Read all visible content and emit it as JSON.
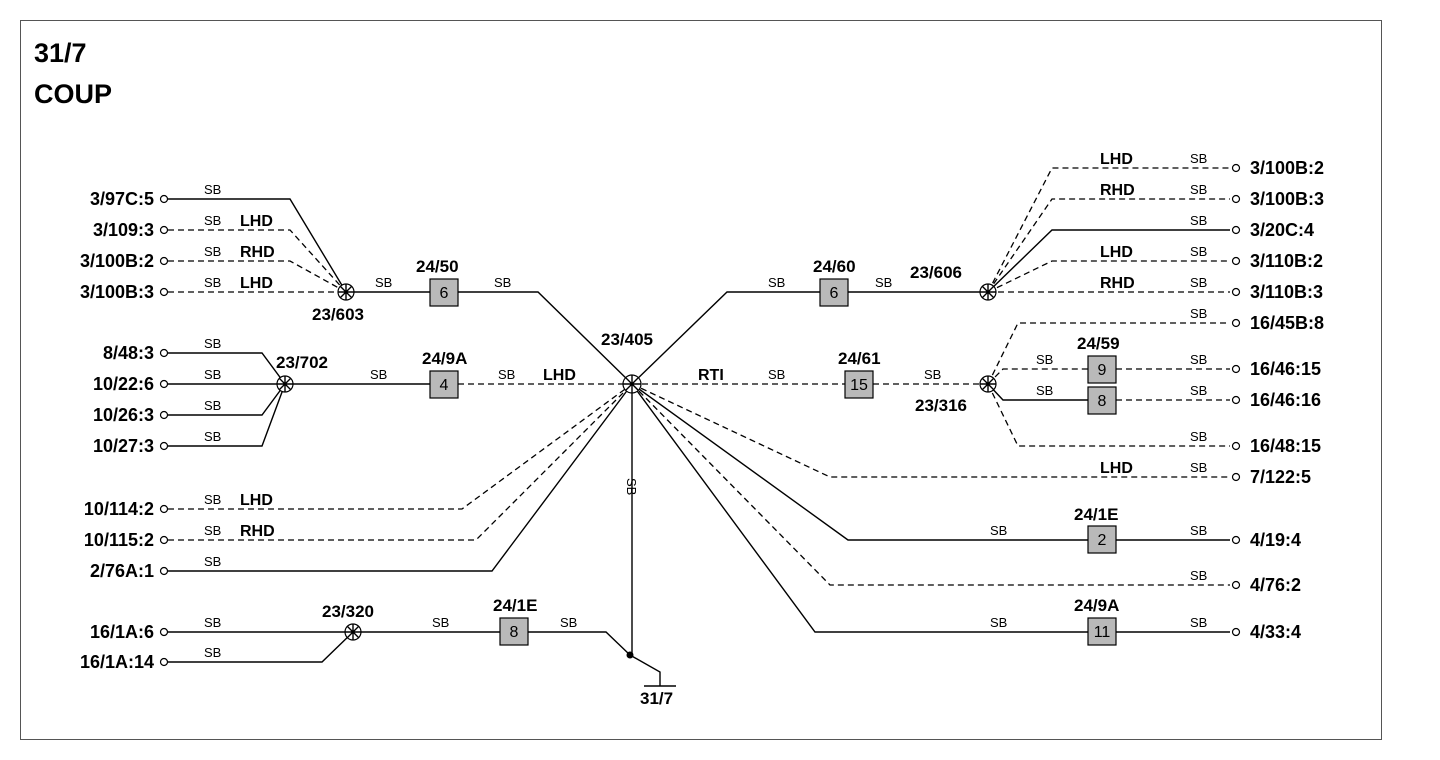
{
  "title": {
    "line1": "31/7",
    "line2": "COUP"
  },
  "ground_label": "31/7",
  "wire_color": "SB",
  "variant_labels": {
    "lhd": "LHD",
    "rhd": "RHD",
    "rti": "RTI"
  },
  "nodes": {
    "n603": "23/603",
    "n702": "23/702",
    "n405": "23/405",
    "n320": "23/320",
    "n606": "23/606",
    "n316": "23/316"
  },
  "connectors": {
    "c2450": "24/50",
    "c249a_a": "24/9A",
    "c2460": "24/60",
    "c2461": "24/61",
    "c2459": "24/59",
    "c241e_a": "24/1E",
    "c241e_b": "24/1E",
    "c249a_b": "24/9A"
  },
  "connector_pins": {
    "p2450": "6",
    "p249a_a": "4",
    "p2460": "6",
    "p2461": "15",
    "p2459_a": "9",
    "p2459_b": "8",
    "p241e_a": "8",
    "p241e_b": "2",
    "p249a_b": "11"
  },
  "left_pins": {
    "l1": "3/97C:5",
    "l2": "3/109:3",
    "l3": "3/100B:2",
    "l4": "3/100B:3",
    "l5": "8/48:3",
    "l6": "10/22:6",
    "l7": "10/26:3",
    "l8": "10/27:3",
    "l9": "10/114:2",
    "l10": "10/115:2",
    "l11": "2/76A:1",
    "l12": "16/1A:6",
    "l13": "16/1A:14"
  },
  "right_pins": {
    "r1": "3/100B:2",
    "r2": "3/100B:3",
    "r3": "3/20C:4",
    "r4": "3/110B:2",
    "r5": "3/110B:3",
    "r6": "16/45B:8",
    "r7": "16/46:15",
    "r8": "16/46:16",
    "r9": "16/48:15",
    "r10": "7/122:5",
    "r11": "4/19:4",
    "r12": "4/76:2",
    "r13": "4/33:4"
  }
}
